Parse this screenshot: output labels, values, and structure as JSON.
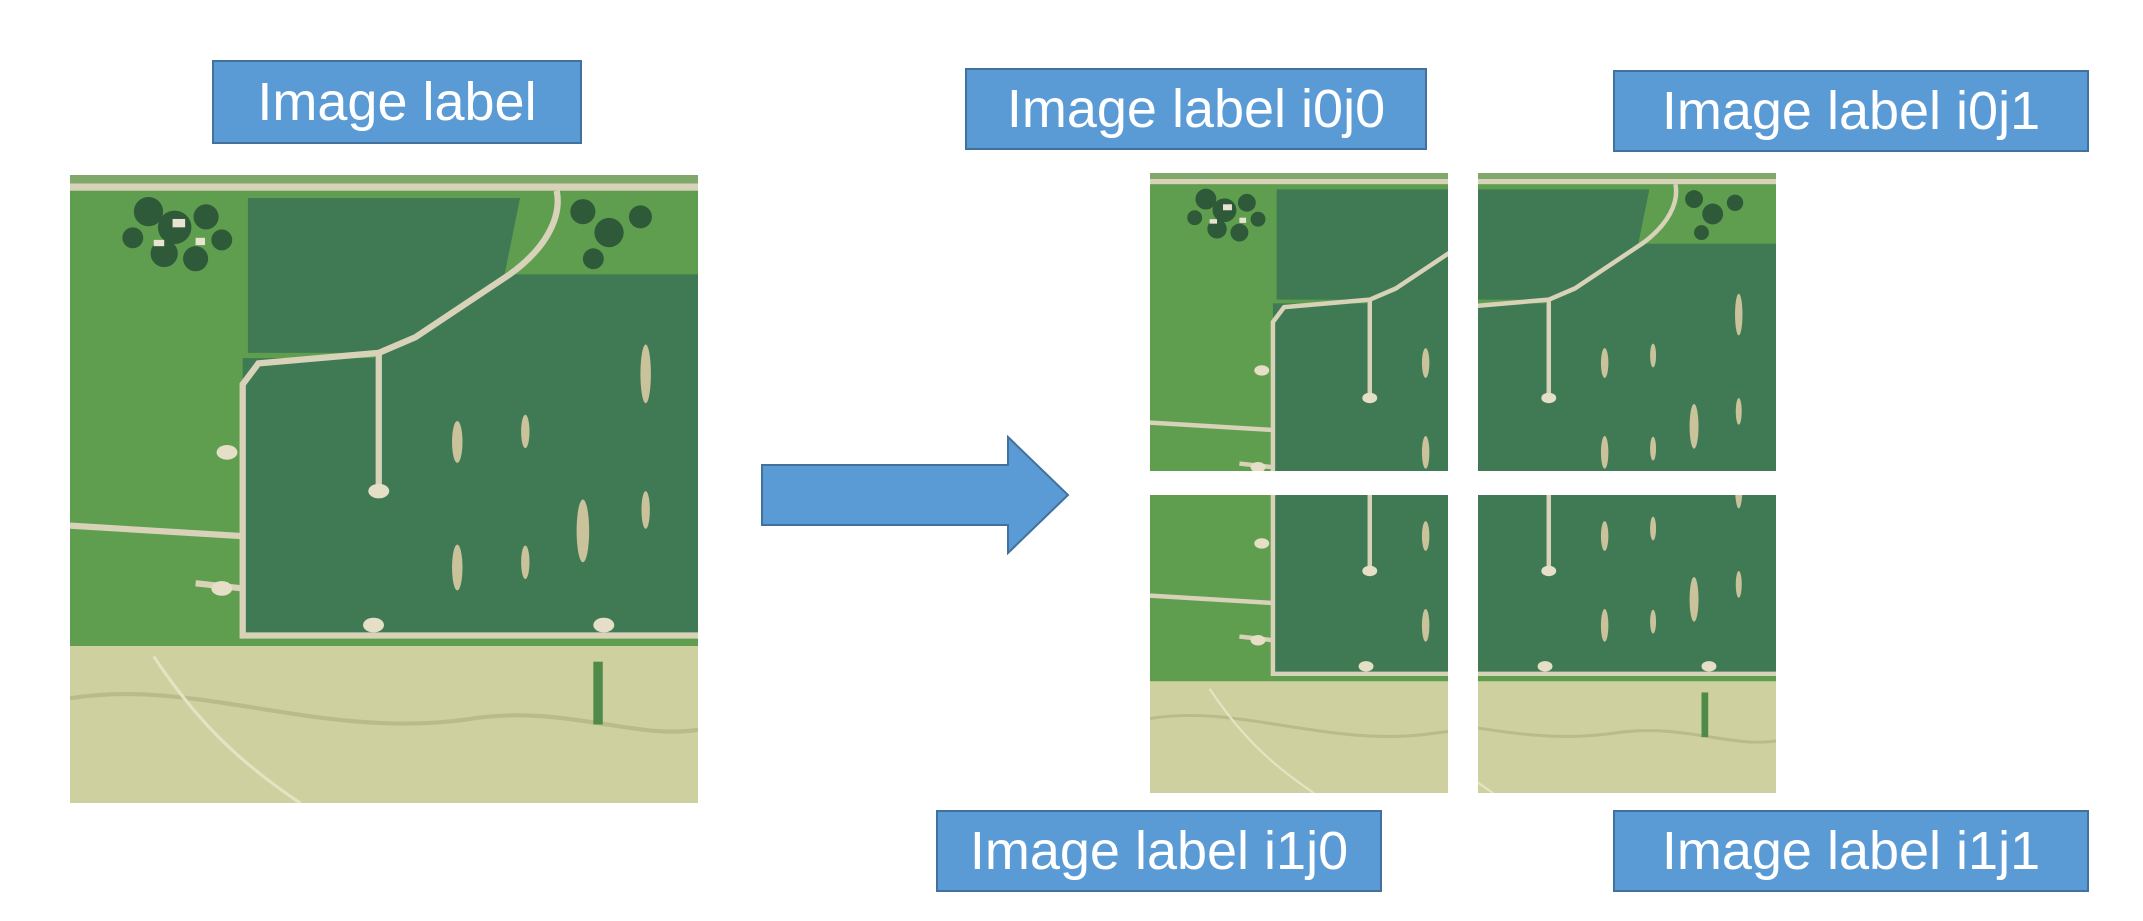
{
  "labels": {
    "source": "Image label",
    "i0j0": "Image label i0j0",
    "i0j1": "Image label i0j1",
    "i1j0": "Image label i1j0",
    "i1j1": "Image label i1j1"
  },
  "colors": {
    "label_fill": "#5b9bd5",
    "label_border": "#41719c",
    "arrow_fill": "#5b9bd5",
    "field_dark": "#3f7a55",
    "field_light": "#6a9a52",
    "grass": "#5f9e4e",
    "stubble": "#cfd0a0",
    "road": "#d8d2b8"
  },
  "icons": {
    "arrow": "right-arrow-icon",
    "image": "aerial-field-image"
  }
}
